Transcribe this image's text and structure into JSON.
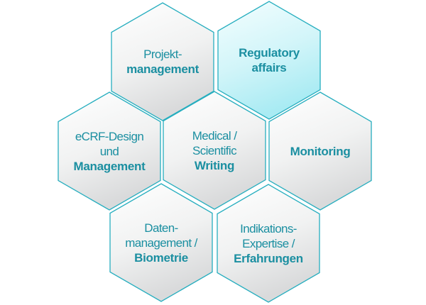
{
  "hexagons": [
    {
      "id": "projektmanagement",
      "lines": [
        "Projekt-",
        "management"
      ],
      "bold": [
        false,
        true
      ],
      "highlight": false
    },
    {
      "id": "regulatory-affairs",
      "lines": [
        "Regulatory",
        "affairs"
      ],
      "bold": [
        true,
        true
      ],
      "highlight": true
    },
    {
      "id": "ecrf-design",
      "lines": [
        "eCRF-Design",
        "und",
        "Management"
      ],
      "bold": [
        false,
        false,
        true
      ],
      "highlight": false
    },
    {
      "id": "medical-scientific-writing",
      "lines": [
        "Medical /",
        "Scientific",
        "Writing"
      ],
      "bold": [
        false,
        false,
        true
      ],
      "highlight": false
    },
    {
      "id": "monitoring",
      "lines": [
        "Monitoring"
      ],
      "bold": [
        true
      ],
      "highlight": false
    },
    {
      "id": "datenmanagement-biometrie",
      "lines": [
        "Daten-",
        "management /",
        "Biometrie"
      ],
      "bold": [
        false,
        false,
        true
      ],
      "highlight": false
    },
    {
      "id": "indikations-expertise",
      "lines": [
        "Indikations-",
        "Expertise /",
        "Erfahrungen"
      ],
      "bold": [
        false,
        false,
        true
      ],
      "highlight": false
    }
  ],
  "colors": {
    "text": "#1b8fa1",
    "stroke": "#27aebf",
    "fill_top": "#ffffff",
    "fill_bottom": "#d9dadb",
    "highlight_top": "#f4feff",
    "highlight_bottom": "#a9ebf3"
  }
}
